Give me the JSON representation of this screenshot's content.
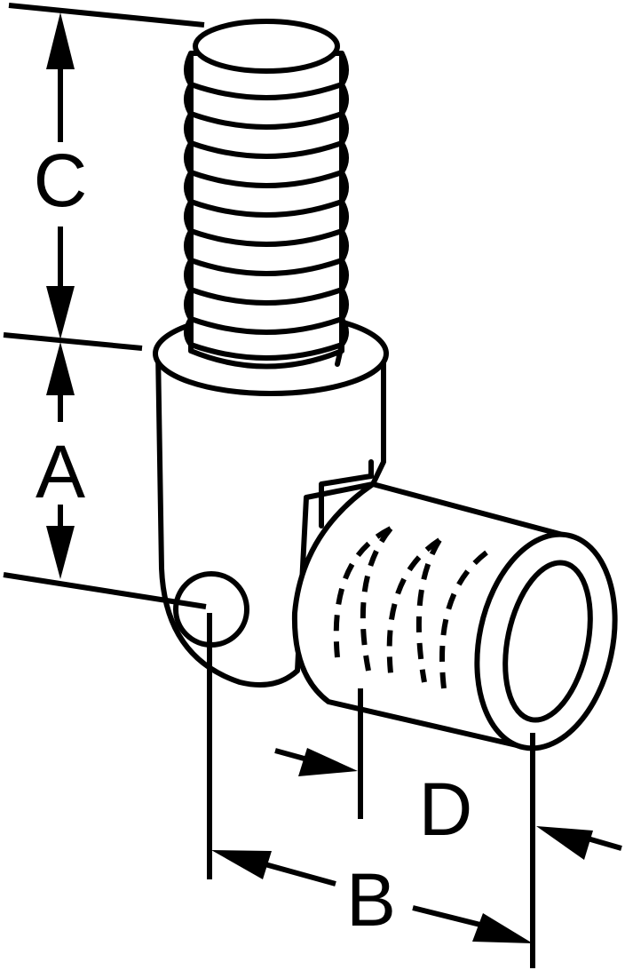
{
  "labels": {
    "c": "C",
    "a": "A",
    "b": "B",
    "d": "D"
  },
  "colors": {
    "stroke": "#000000",
    "background": "#ffffff"
  }
}
